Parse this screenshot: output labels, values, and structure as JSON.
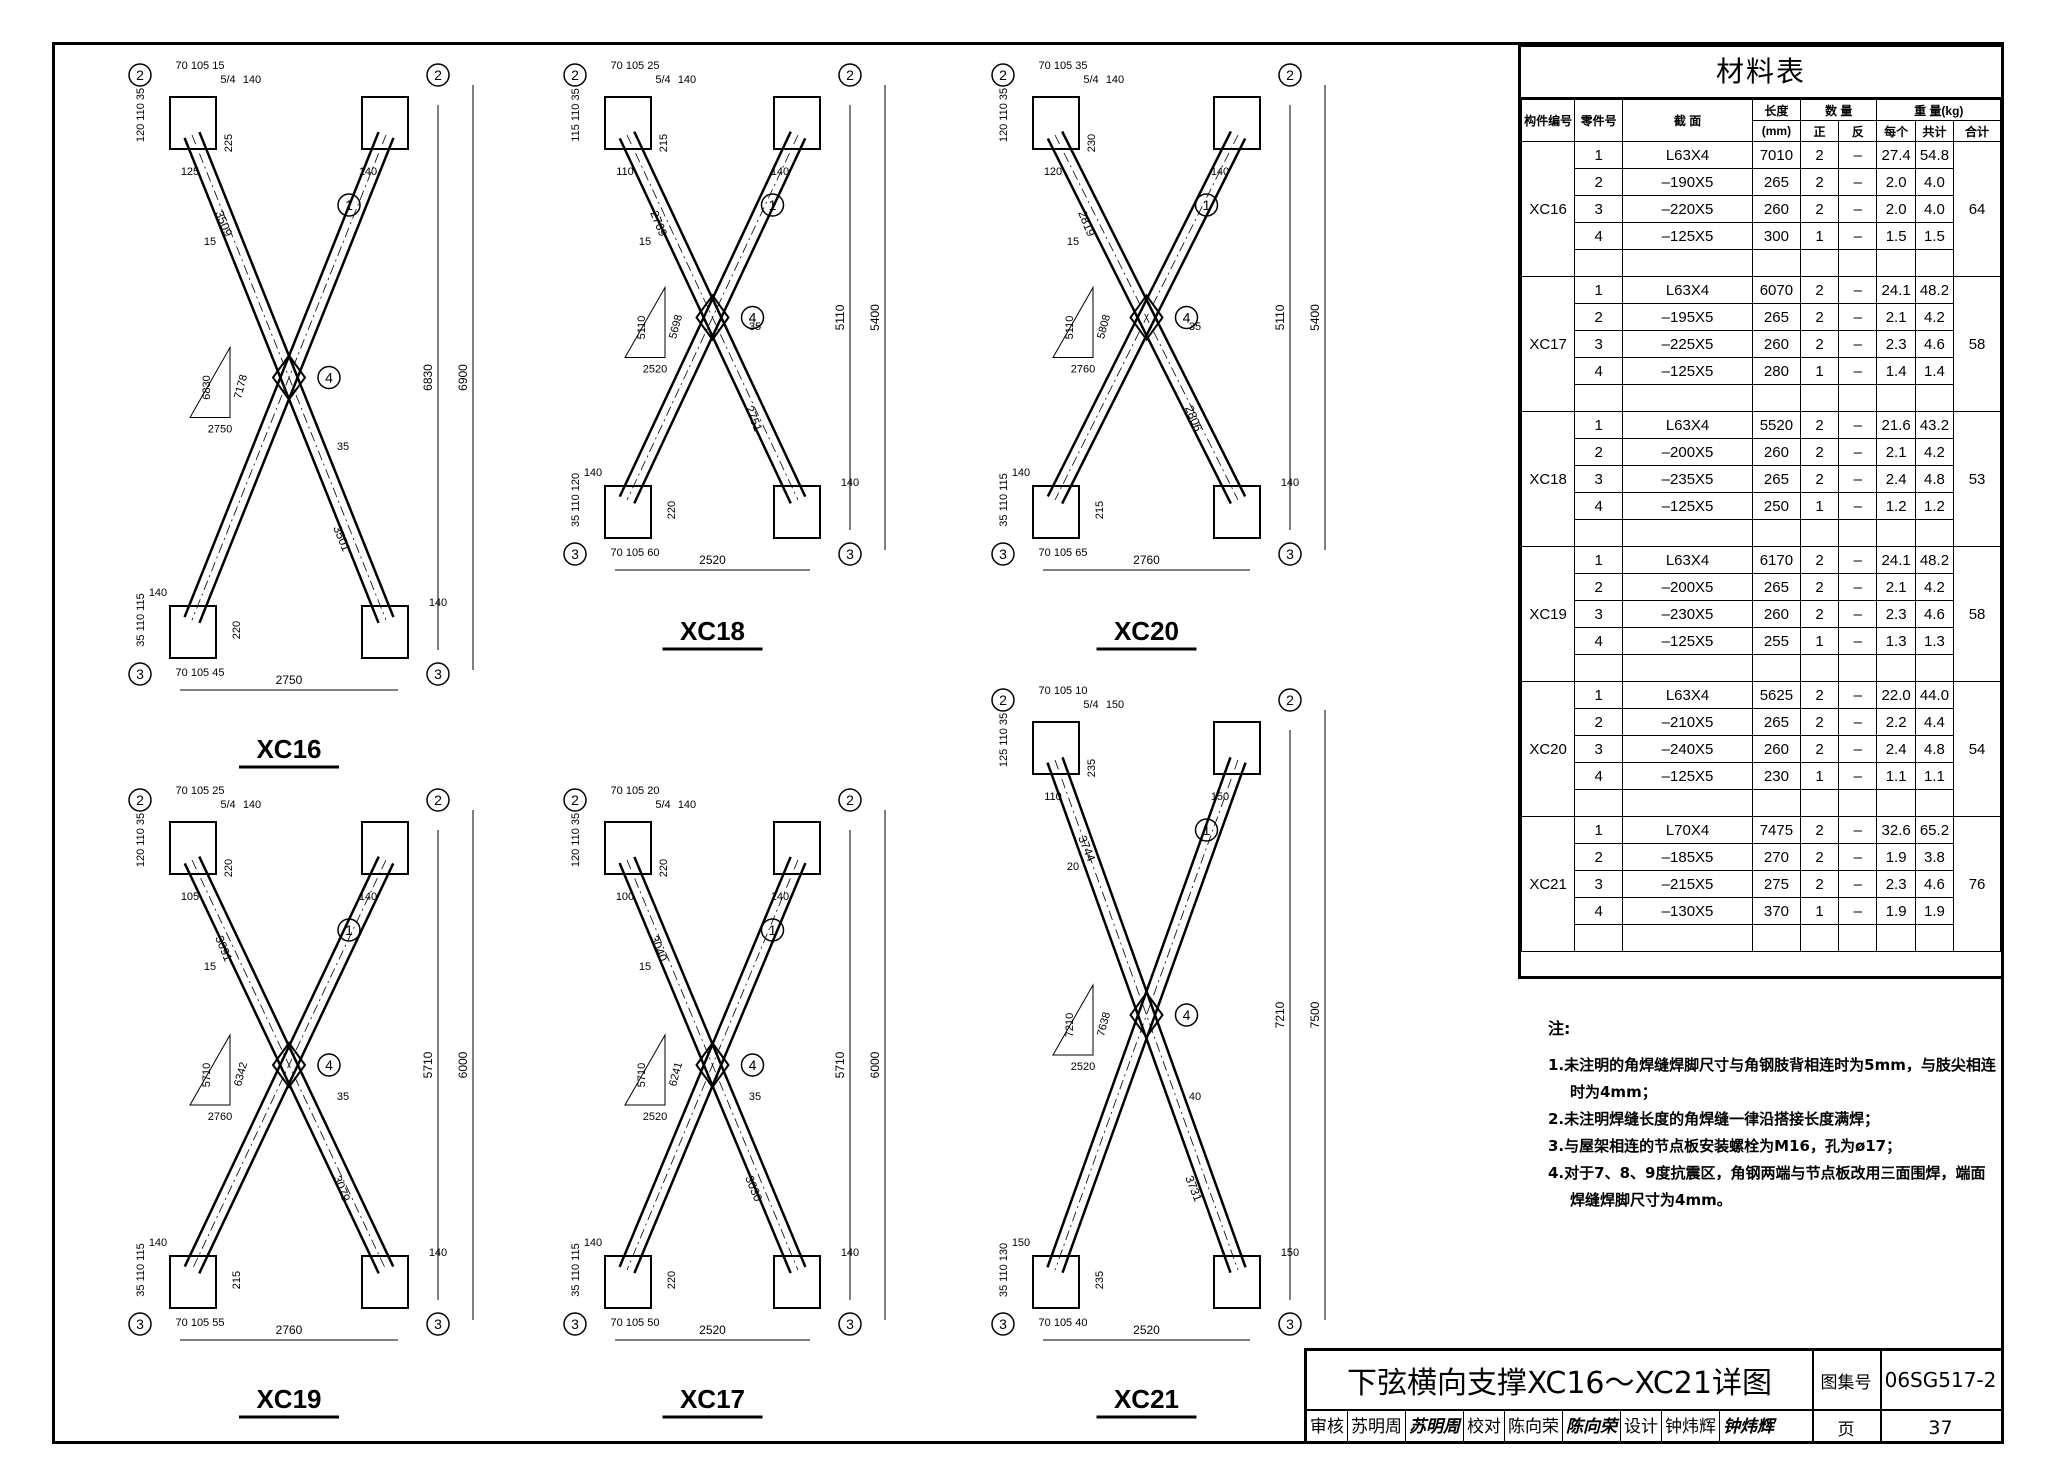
{
  "drawings": [
    {
      "id": "XC16",
      "label": "XC16",
      "dim_w": "2750",
      "dim_h": "6830",
      "dim_h2": "6900",
      "diag1": "3509",
      "diag2": "3501",
      "tri_h": "6830",
      "tri_hyp": "7178",
      "tri_w": "2750",
      "w_top": "15",
      "w_mid": "35",
      "plate": "225",
      "plate_b": "220",
      "weld": "140",
      "weld_ratio": "5/4",
      "bolts": "70 105 15",
      "bot_bolts": "70 105 45",
      "gap": "125",
      "h_left": "120 110 35",
      "h_bot": "35 110 115"
    },
    {
      "id": "XC18",
      "label": "XC18",
      "dim_w": "2520",
      "dim_h": "5110",
      "dim_h2": "5400",
      "diag1": "2769",
      "diag2": "2751",
      "tri_h": "5110",
      "tri_hyp": "5698",
      "tri_w": "2520",
      "w_top": "15",
      "w_mid": "35",
      "plate": "215",
      "plate_b": "220",
      "weld": "140",
      "weld_ratio": "5/4",
      "bolts": "70 105 25",
      "bot_bolts": "70 105 60",
      "gap": "110",
      "h_left": "115 110 35",
      "h_bot": "35 110 120"
    },
    {
      "id": "XC20",
      "label": "XC20",
      "dim_w": "2760",
      "dim_h": "5110",
      "dim_h2": "5400",
      "diag1": "2819",
      "diag2": "2806",
      "tri_h": "5110",
      "tri_hyp": "5808",
      "tri_w": "2760",
      "w_top": "15",
      "w_mid": "35",
      "plate": "230",
      "plate_b": "215",
      "weld": "140",
      "weld_ratio": "5/4",
      "bolts": "70 105 35",
      "bot_bolts": "70 105 65",
      "gap": "120",
      "h_left": "120 110 35",
      "h_bot": "35 110 115"
    },
    {
      "id": "XC19",
      "label": "XC19",
      "dim_w": "2760",
      "dim_h": "5710",
      "dim_h2": "6000",
      "diag1": "3091",
      "diag2": "3079",
      "tri_h": "5710",
      "tri_hyp": "6342",
      "tri_w": "2760",
      "w_top": "15",
      "w_mid": "35",
      "plate": "220",
      "plate_b": "215",
      "weld": "140",
      "weld_ratio": "5/4",
      "bolts": "70 105 25",
      "bot_bolts": "70 105 55",
      "gap": "105",
      "h_left": "120 110 35",
      "h_bot": "35 110 115"
    },
    {
      "id": "XC17",
      "label": "XC17",
      "dim_w": "2520",
      "dim_h": "5710",
      "dim_h2": "6000",
      "diag1": "3040",
      "diag2": "3030",
      "tri_h": "5710",
      "tri_hyp": "6241",
      "tri_w": "2520",
      "w_top": "15",
      "w_mid": "35",
      "plate": "220",
      "plate_b": "220",
      "weld": "140",
      "weld_ratio": "5/4",
      "bolts": "70 105 20",
      "bot_bolts": "70 105 50",
      "gap": "100",
      "h_left": "120 110 35",
      "h_bot": "35 110 115"
    },
    {
      "id": "XC21",
      "label": "XC21",
      "dim_w": "2520",
      "dim_h": "7210",
      "dim_h2": "7500",
      "diag1": "3744",
      "diag2": "3731",
      "tri_h": "7210",
      "tri_hyp": "7638",
      "tri_w": "2520",
      "w_top": "20",
      "w_mid": "40",
      "plate": "235",
      "plate_b": "235",
      "weld": "150",
      "weld_ratio": "5/4",
      "bolts": "70 105 10",
      "bot_bolts": "70 105 40",
      "gap": "110",
      "h_left": "125 110 35",
      "h_bot": "35 110 130"
    }
  ],
  "part_marks": [
    "1",
    "2",
    "3",
    "4"
  ],
  "material_table": {
    "title": "材料表",
    "headers": {
      "member": "构件编号",
      "part": "零件号",
      "section": "截 面",
      "length": "长度",
      "length_unit": "(mm)",
      "qty": "数 量",
      "qty_pos": "正",
      "qty_neg": "反",
      "weight": "重 量(kg)",
      "w_each": "每个",
      "w_sum": "共计",
      "w_total": "合计"
    },
    "groups": [
      {
        "member": "XC16",
        "total": "64",
        "rows": [
          [
            "1",
            "L63X4",
            "7010",
            "2",
            "–",
            "27.4",
            "54.8"
          ],
          [
            "2",
            "–190X5",
            "265",
            "2",
            "–",
            "2.0",
            "4.0"
          ],
          [
            "3",
            "–220X5",
            "260",
            "2",
            "–",
            "2.0",
            "4.0"
          ],
          [
            "4",
            "–125X5",
            "300",
            "1",
            "–",
            "1.5",
            "1.5"
          ]
        ]
      },
      {
        "member": "XC17",
        "total": "58",
        "rows": [
          [
            "1",
            "L63X4",
            "6070",
            "2",
            "–",
            "24.1",
            "48.2"
          ],
          [
            "2",
            "–195X5",
            "265",
            "2",
            "–",
            "2.1",
            "4.2"
          ],
          [
            "3",
            "–225X5",
            "260",
            "2",
            "–",
            "2.3",
            "4.6"
          ],
          [
            "4",
            "–125X5",
            "280",
            "1",
            "–",
            "1.4",
            "1.4"
          ]
        ]
      },
      {
        "member": "XC18",
        "total": "53",
        "rows": [
          [
            "1",
            "L63X4",
            "5520",
            "2",
            "–",
            "21.6",
            "43.2"
          ],
          [
            "2",
            "–200X5",
            "260",
            "2",
            "–",
            "2.1",
            "4.2"
          ],
          [
            "3",
            "–235X5",
            "265",
            "2",
            "–",
            "2.4",
            "4.8"
          ],
          [
            "4",
            "–125X5",
            "250",
            "1",
            "–",
            "1.2",
            "1.2"
          ]
        ]
      },
      {
        "member": "XC19",
        "total": "58",
        "rows": [
          [
            "1",
            "L63X4",
            "6170",
            "2",
            "–",
            "24.1",
            "48.2"
          ],
          [
            "2",
            "–200X5",
            "265",
            "2",
            "–",
            "2.1",
            "4.2"
          ],
          [
            "3",
            "–230X5",
            "260",
            "2",
            "–",
            "2.3",
            "4.6"
          ],
          [
            "4",
            "–125X5",
            "255",
            "1",
            "–",
            "1.3",
            "1.3"
          ]
        ]
      },
      {
        "member": "XC20",
        "total": "54",
        "rows": [
          [
            "1",
            "L63X4",
            "5625",
            "2",
            "–",
            "22.0",
            "44.0"
          ],
          [
            "2",
            "–210X5",
            "265",
            "2",
            "–",
            "2.2",
            "4.4"
          ],
          [
            "3",
            "–240X5",
            "260",
            "2",
            "–",
            "2.4",
            "4.8"
          ],
          [
            "4",
            "–125X5",
            "230",
            "1",
            "–",
            "1.1",
            "1.1"
          ]
        ]
      },
      {
        "member": "XC21",
        "total": "76",
        "rows": [
          [
            "1",
            "L70X4",
            "7475",
            "2",
            "–",
            "32.6",
            "65.2"
          ],
          [
            "2",
            "–185X5",
            "270",
            "2",
            "–",
            "1.9",
            "3.8"
          ],
          [
            "3",
            "–215X5",
            "275",
            "2",
            "–",
            "2.3",
            "4.6"
          ],
          [
            "4",
            "–130X5",
            "370",
            "1",
            "–",
            "1.9",
            "1.9"
          ]
        ]
      }
    ]
  },
  "notes": {
    "heading": "注:",
    "items": [
      "1.未注明的角焊缝焊脚尺寸与角钢肢背相连时为5mm，与肢尖相连时为4mm；",
      "2.未注明焊缝长度的角焊缝一律沿搭接长度满焊；",
      "3.与屋架相连的节点板安装螺栓为M16，孔为ø17；",
      "4.对于7、8、9度抗震区，角钢两端与节点板改用三面围焊，端面焊缝焊脚尺寸为4mm。"
    ]
  },
  "title_block": {
    "title": "下弦横向支撑XC16～XC21详图",
    "atlas_label": "图集号",
    "atlas_no": "06SG517-2",
    "review_label": "审核",
    "reviewer": "苏明周",
    "reviewer_sig": "苏明周",
    "check_label": "校对",
    "checker": "陈向荣",
    "checker_sig": "陈向荣",
    "design_label": "设计",
    "designer": "钟炜辉",
    "designer_sig": "钟炜辉",
    "page_label": "页",
    "page_no": "37"
  }
}
